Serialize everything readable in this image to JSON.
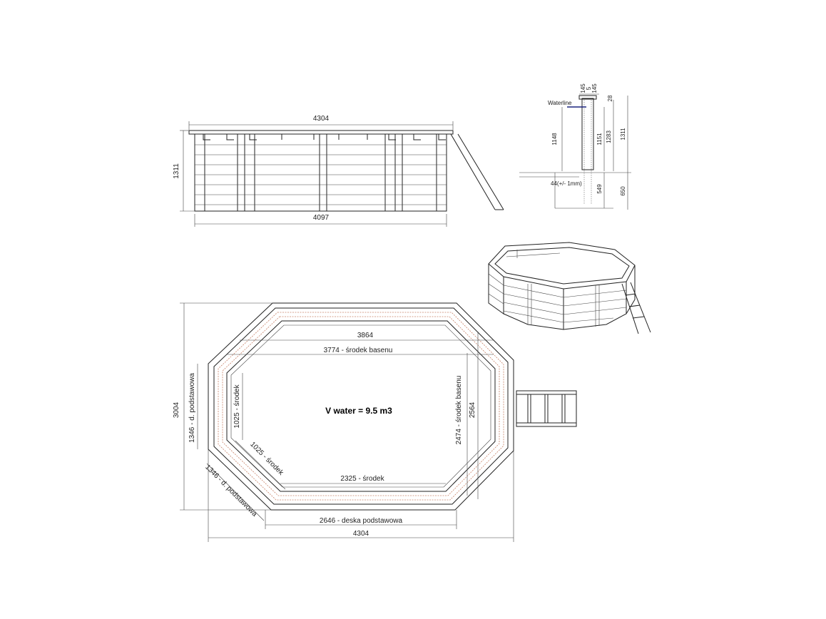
{
  "side_view": {
    "top_width": "4304",
    "height": "1311",
    "bottom_width": "4097"
  },
  "cross_section": {
    "waterline_label": "Waterline",
    "top_145a": "145",
    "top_5": "5",
    "top_145b": "145",
    "dim_28": "28",
    "dim_1148": "1148",
    "dim_1151": "1151",
    "dim_1283": "1283",
    "dim_1311": "1311",
    "tolerance": "44(+/- 1mm)",
    "dim_549": "549",
    "dim_650": "650"
  },
  "plan_view": {
    "volume": "V water = 9.5 m3",
    "length_outer": "3864",
    "center_length": "3774 - środek basenu",
    "center_width": "2474 - środek basenu",
    "width_2564": "2564",
    "height_total": "3004",
    "side_board_vertical": "1346 - d. podstawowa",
    "side_board_diagonal": "1346 - d. podstawowa",
    "middle_vertical": "1025 - środek",
    "middle_diagonal": "1025 - środek",
    "middle_bottom": "2325 - środek",
    "base_board": "2646 - deska podstawowa",
    "total_width": "4304"
  }
}
